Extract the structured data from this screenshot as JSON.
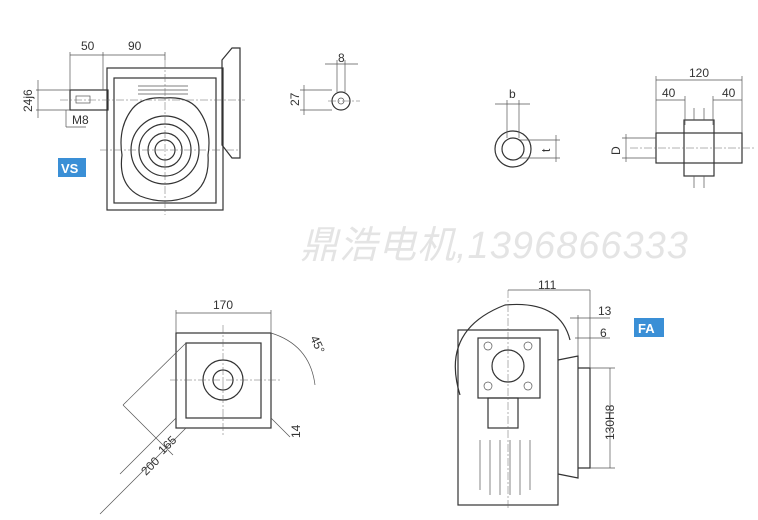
{
  "watermark": "鼎浩电机,1396866333",
  "view_vs": {
    "badge": "VS",
    "dim_a": "50",
    "dim_b": "90",
    "shaft": "24j6",
    "thread": "M8"
  },
  "key_small": {
    "width": "8",
    "height": "27"
  },
  "key_bore": {
    "width": "b",
    "depth": "t"
  },
  "hollow_shaft": {
    "length": "120",
    "left": "40",
    "right": "40",
    "diameter": "D"
  },
  "flange_view": {
    "width": "170",
    "angle": "45°",
    "pcd": "165",
    "outer": "200",
    "hole": "14"
  },
  "view_fa": {
    "badge": "FA",
    "length": "111",
    "dim_13": "13",
    "dim_6": "6",
    "spigot": "130H8"
  },
  "colors": {
    "badge": "#3a8fd6",
    "line": "#333333"
  }
}
